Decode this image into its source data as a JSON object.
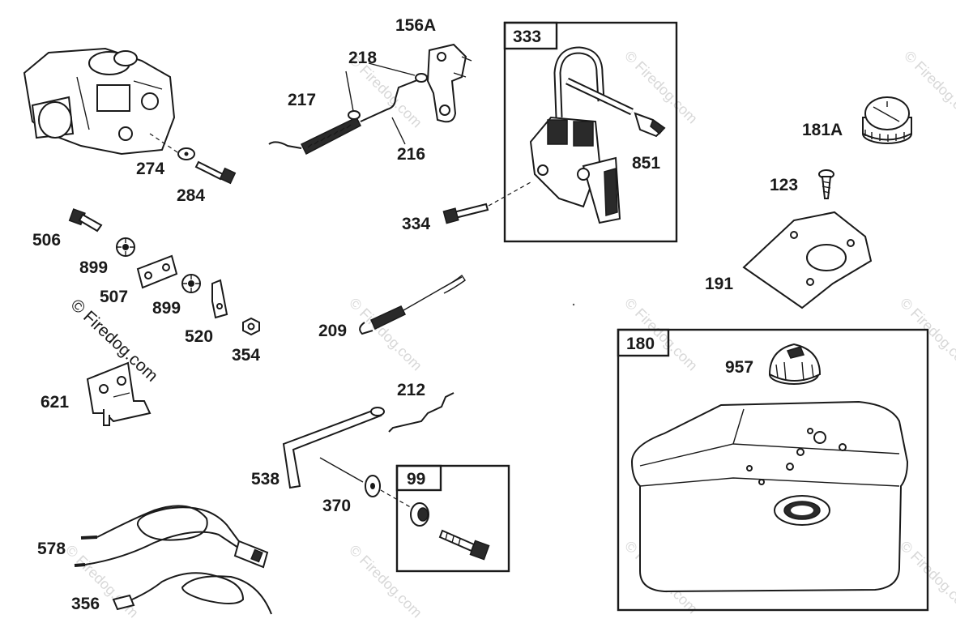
{
  "watermarks": {
    "main": "© Firedog.com",
    "faint": "© Firedog.com"
  },
  "labels": {
    "p156A": "156A",
    "p218": "218",
    "p217": "217",
    "p216": "216",
    "p333": "333",
    "p851": "851",
    "p334": "334",
    "p181A": "181A",
    "p123": "123",
    "p191": "191",
    "p274": "274",
    "p284": "284",
    "p506": "506",
    "p899a": "899",
    "p507": "507",
    "p899b": "899",
    "p520": "520",
    "p354": "354",
    "p621": "621",
    "p209": "209",
    "p212": "212",
    "p538": "538",
    "p370": "370",
    "p99": "99",
    "p180": "180",
    "p957": "957",
    "p578": "578",
    "p356": "356"
  }
}
